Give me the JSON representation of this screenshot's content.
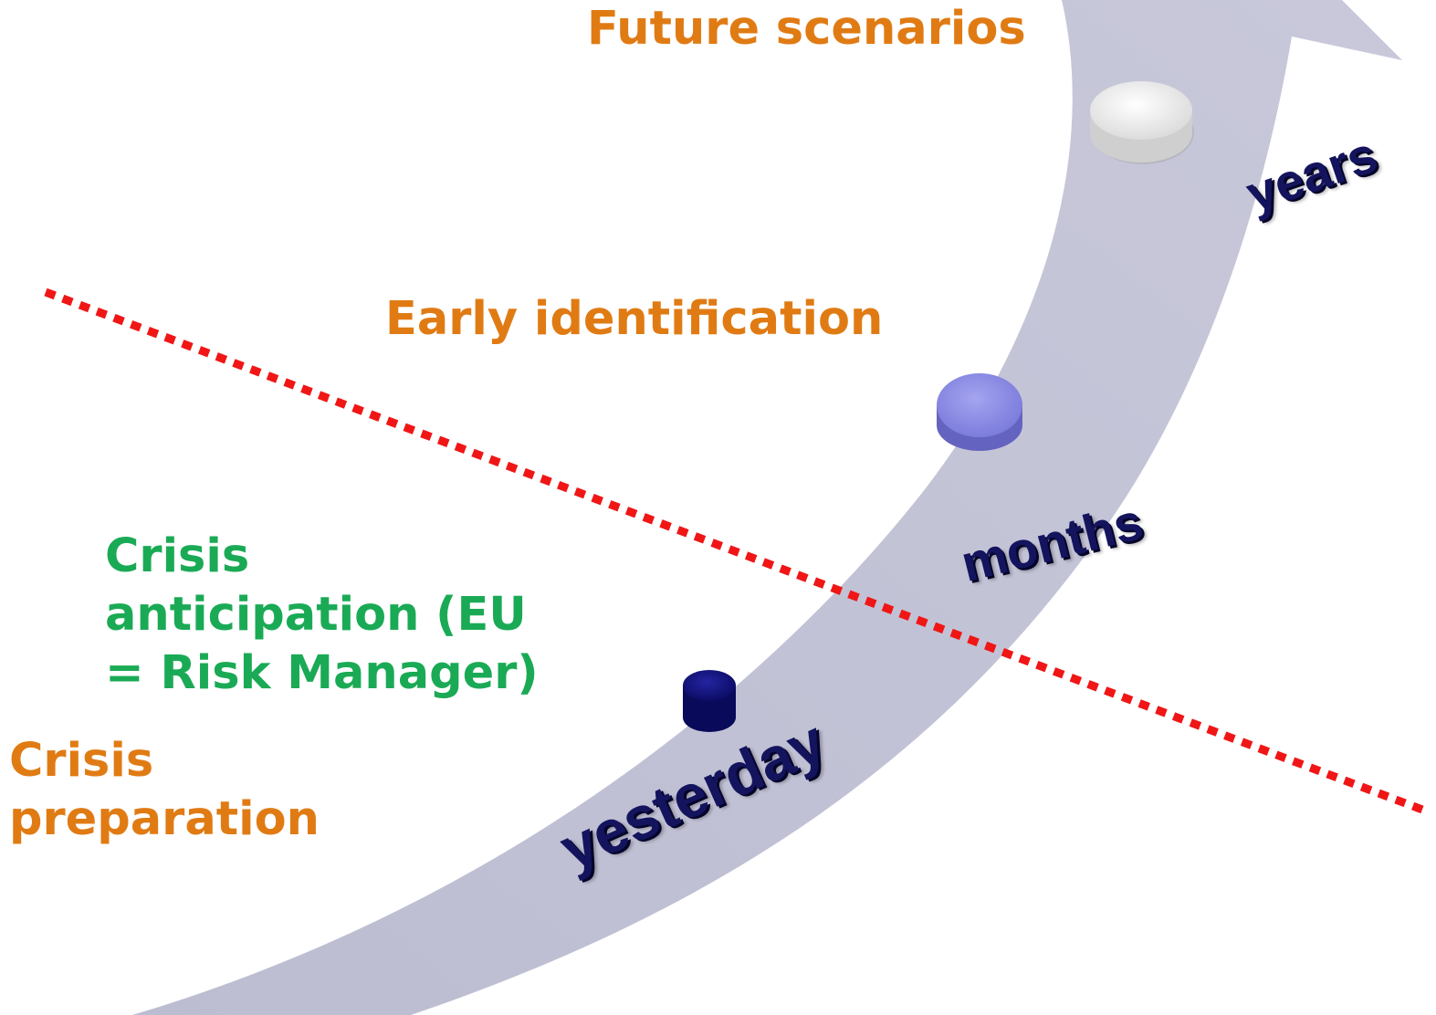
{
  "labels": {
    "future_scenarios": "Future scenarios",
    "early_identification": "Early identification",
    "crisis_anticipation": [
      "Crisis",
      "anticipation (EU",
      "= Risk Manager)"
    ],
    "crisis_preparation": [
      "Crisis",
      "preparation"
    ]
  },
  "timeline": {
    "years": "years",
    "months": "months",
    "yesterday": "yesterday"
  },
  "colors": {
    "stage_text": "#e07b14",
    "anticipation_text": "#1aaa55",
    "timeline_text": "#14145e",
    "arrow": "#c4c4d6",
    "divider": "#f01616",
    "marker_years": "#e8e8e8",
    "marker_months": "#8484e0",
    "marker_yesterday": "#10106e"
  }
}
